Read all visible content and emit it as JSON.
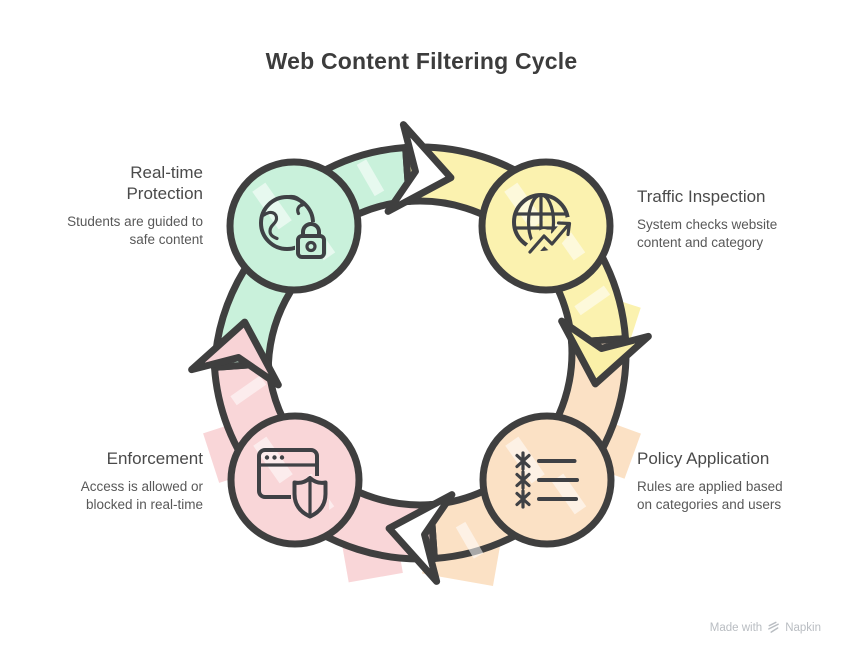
{
  "title": "Web Content Filtering Cycle",
  "nodes": [
    {
      "id": "real-time-protection",
      "title": "Real-time Protection",
      "title_lines": [
        "Real-time",
        "Protection"
      ],
      "desc_lines": [
        "Students are guided to",
        "safe content"
      ],
      "fill": "#C9F1DB",
      "icon": "globe-lock-icon",
      "position": "top-left"
    },
    {
      "id": "traffic-inspection",
      "title": "Traffic Inspection",
      "title_lines": [
        "Traffic Inspection"
      ],
      "desc_lines": [
        "System checks website",
        "content and category"
      ],
      "fill": "#FBF2AF",
      "icon": "globe-trend-icon",
      "position": "top-right"
    },
    {
      "id": "policy-application",
      "title": "Policy Application",
      "title_lines": [
        "Policy Application"
      ],
      "desc_lines": [
        "Rules are applied based",
        "on categories and users"
      ],
      "fill": "#FBE1C5",
      "icon": "policy-list-icon",
      "position": "bottom-right"
    },
    {
      "id": "enforcement",
      "title": "Enforcement",
      "title_lines": [
        "Enforcement"
      ],
      "desc_lines": [
        "Access is allowed or",
        "blocked in real-time"
      ],
      "fill": "#F9D6D8",
      "icon": "browser-shield-icon",
      "position": "bottom-left"
    }
  ],
  "arrows": [
    {
      "from": "real-time-protection",
      "to": "traffic-inspection",
      "fill": "#FFFFFF"
    },
    {
      "from": "traffic-inspection",
      "to": "policy-application",
      "fill": "#FAF0A8"
    },
    {
      "from": "policy-application",
      "to": "enforcement",
      "fill": "#FFFFFF"
    },
    {
      "from": "enforcement",
      "to": "real-time-protection",
      "fill": "#F8D3D6"
    }
  ],
  "colors": {
    "outline": "#3F3F3F",
    "icon_stroke": "#3F4145",
    "title_text": "#3C3C3C",
    "heading_text": "#4A4A4A",
    "body_text": "#585858",
    "watermark_text": "#B9BDC2",
    "background": "#FFFFFF"
  },
  "watermark": {
    "prefix": "Made with",
    "brand": "Napkin"
  }
}
